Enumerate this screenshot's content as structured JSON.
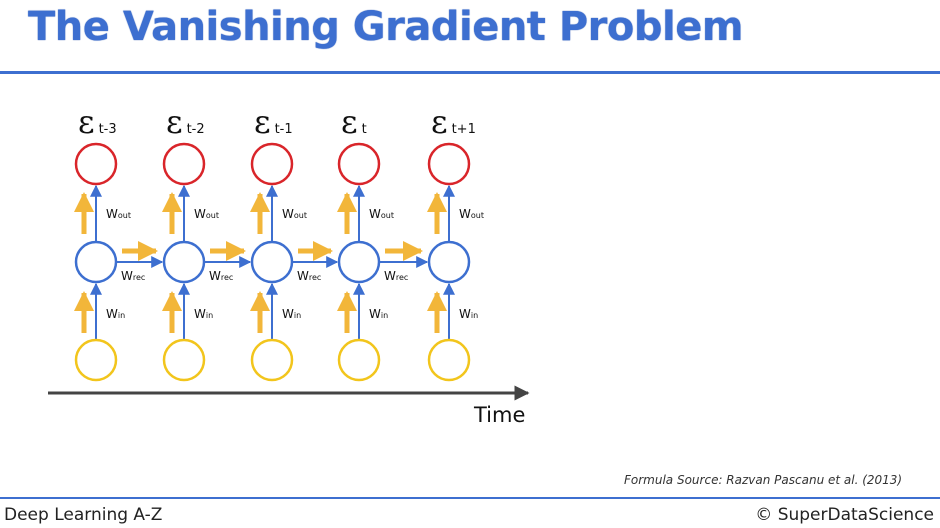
{
  "slide": {
    "title": "The Vanishing Gradient Problem",
    "footer_left": "Deep Learning A-Z",
    "footer_right": "© SuperDataScience",
    "source": "Formula Source: Razvan Pascanu et al. (2013)"
  },
  "diagram": {
    "error_symbol": "ε",
    "timesteps": [
      {
        "error_sub": "t-3"
      },
      {
        "error_sub": "t-2"
      },
      {
        "error_sub": "t-1"
      },
      {
        "error_sub": "t"
      },
      {
        "error_sub": "t+1"
      }
    ],
    "labels": {
      "w_out_base": "W",
      "w_out_sub": "out",
      "w_rec_base": "W",
      "w_rec_sub": "rec",
      "w_in_base": "W",
      "w_in_sub": "in"
    },
    "time_label": "Time",
    "colors": {
      "output_node": "#d9252a",
      "hidden_node": "#3d6fd0",
      "input_node": "#f2c51c",
      "gradient_arrow": "#f2b63a",
      "connection": "#3d6fd0",
      "time_axis": "#444444",
      "title": "#3d6fd0"
    }
  }
}
